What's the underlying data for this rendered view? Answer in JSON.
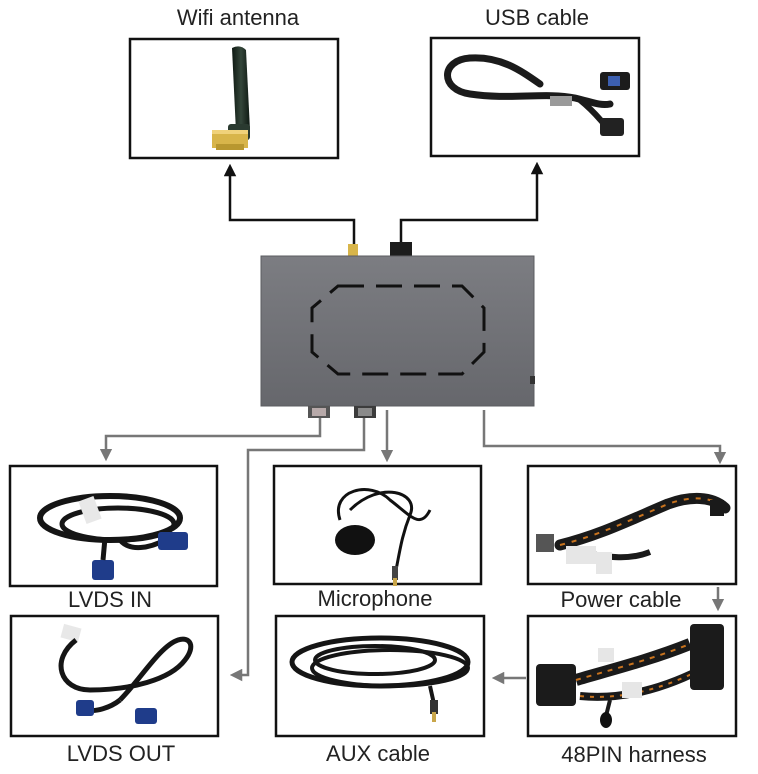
{
  "labels": {
    "wifi_antenna": "Wifi antenna",
    "usb_cable": "USB cable",
    "lvds_in": "LVDS IN",
    "microphone": "Microphone",
    "power_cable": "Power cable",
    "lvds_out": "LVDS OUT",
    "aux_cable": "AUX cable",
    "harness_48pin": "48PIN harness"
  },
  "colors": {
    "module_body": "#74757a",
    "arrow_dark": "#111111",
    "arrow_gray": "#777777",
    "fakra_connector": "#1f3c8a",
    "antenna": "#1d2a22",
    "gold_connector": "#d8b54a"
  }
}
